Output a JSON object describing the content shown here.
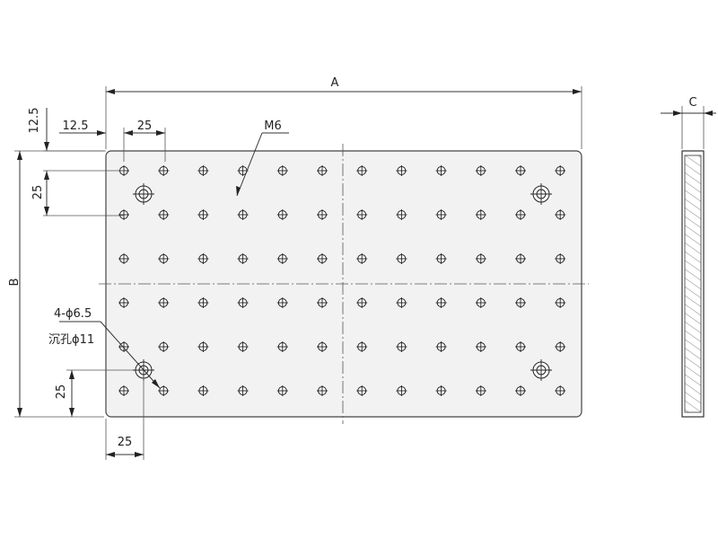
{
  "drawing": {
    "labels": {
      "overall_length": "A",
      "overall_width": "B",
      "thickness": "C",
      "top_edge_offset": "12.5",
      "left_edge_offset": "12.5",
      "hole_pitch_x": "25",
      "hole_pitch_y": "25",
      "thread_spec": "M6",
      "counterbore_count_dia": "4-ϕ6.5",
      "counterbore_depth_dia": "沉孔ϕ11",
      "cb_offset_y": "25",
      "cb_offset_x": "25"
    },
    "hole_grid": {
      "columns": 12,
      "rows": 6
    },
    "counterbores": {
      "count": 4
    },
    "colors": {
      "plate_fill": "#f2f2f2",
      "section_hatch": "#ffffff",
      "line": "#333333"
    }
  }
}
